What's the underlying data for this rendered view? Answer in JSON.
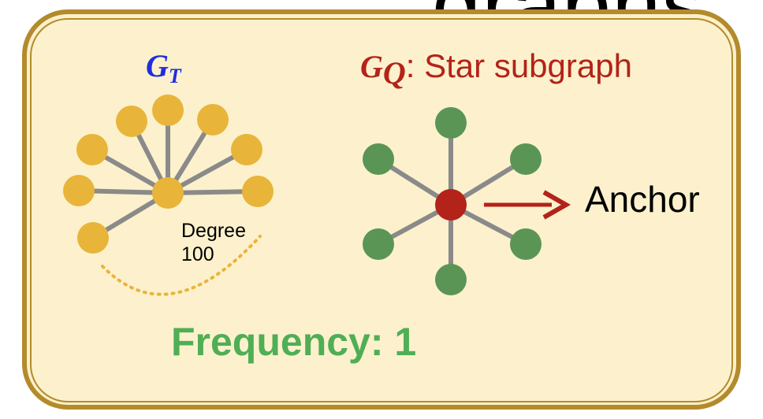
{
  "header_fragment": "graphs",
  "gt": {
    "symbol": "G",
    "subscript": "T"
  },
  "gq": {
    "symbol": "G",
    "subscript": "Q",
    "label": ": Star subgraph"
  },
  "degree": {
    "label": "Degree",
    "value": "100"
  },
  "anchor_label": "Anchor",
  "frequency_label": "Frequency: 1",
  "colors": {
    "panel_fill": "#fcf1cc",
    "panel_border": "#b38b2c",
    "gt_node": "#e8b53a",
    "gq_leaf": "#5a9556",
    "anchor_node": "#b3231a",
    "edge": "#8a8a8a",
    "gt_title": "#1f2de0",
    "gq_title": "#b3231a",
    "frequency": "#4fae56"
  }
}
